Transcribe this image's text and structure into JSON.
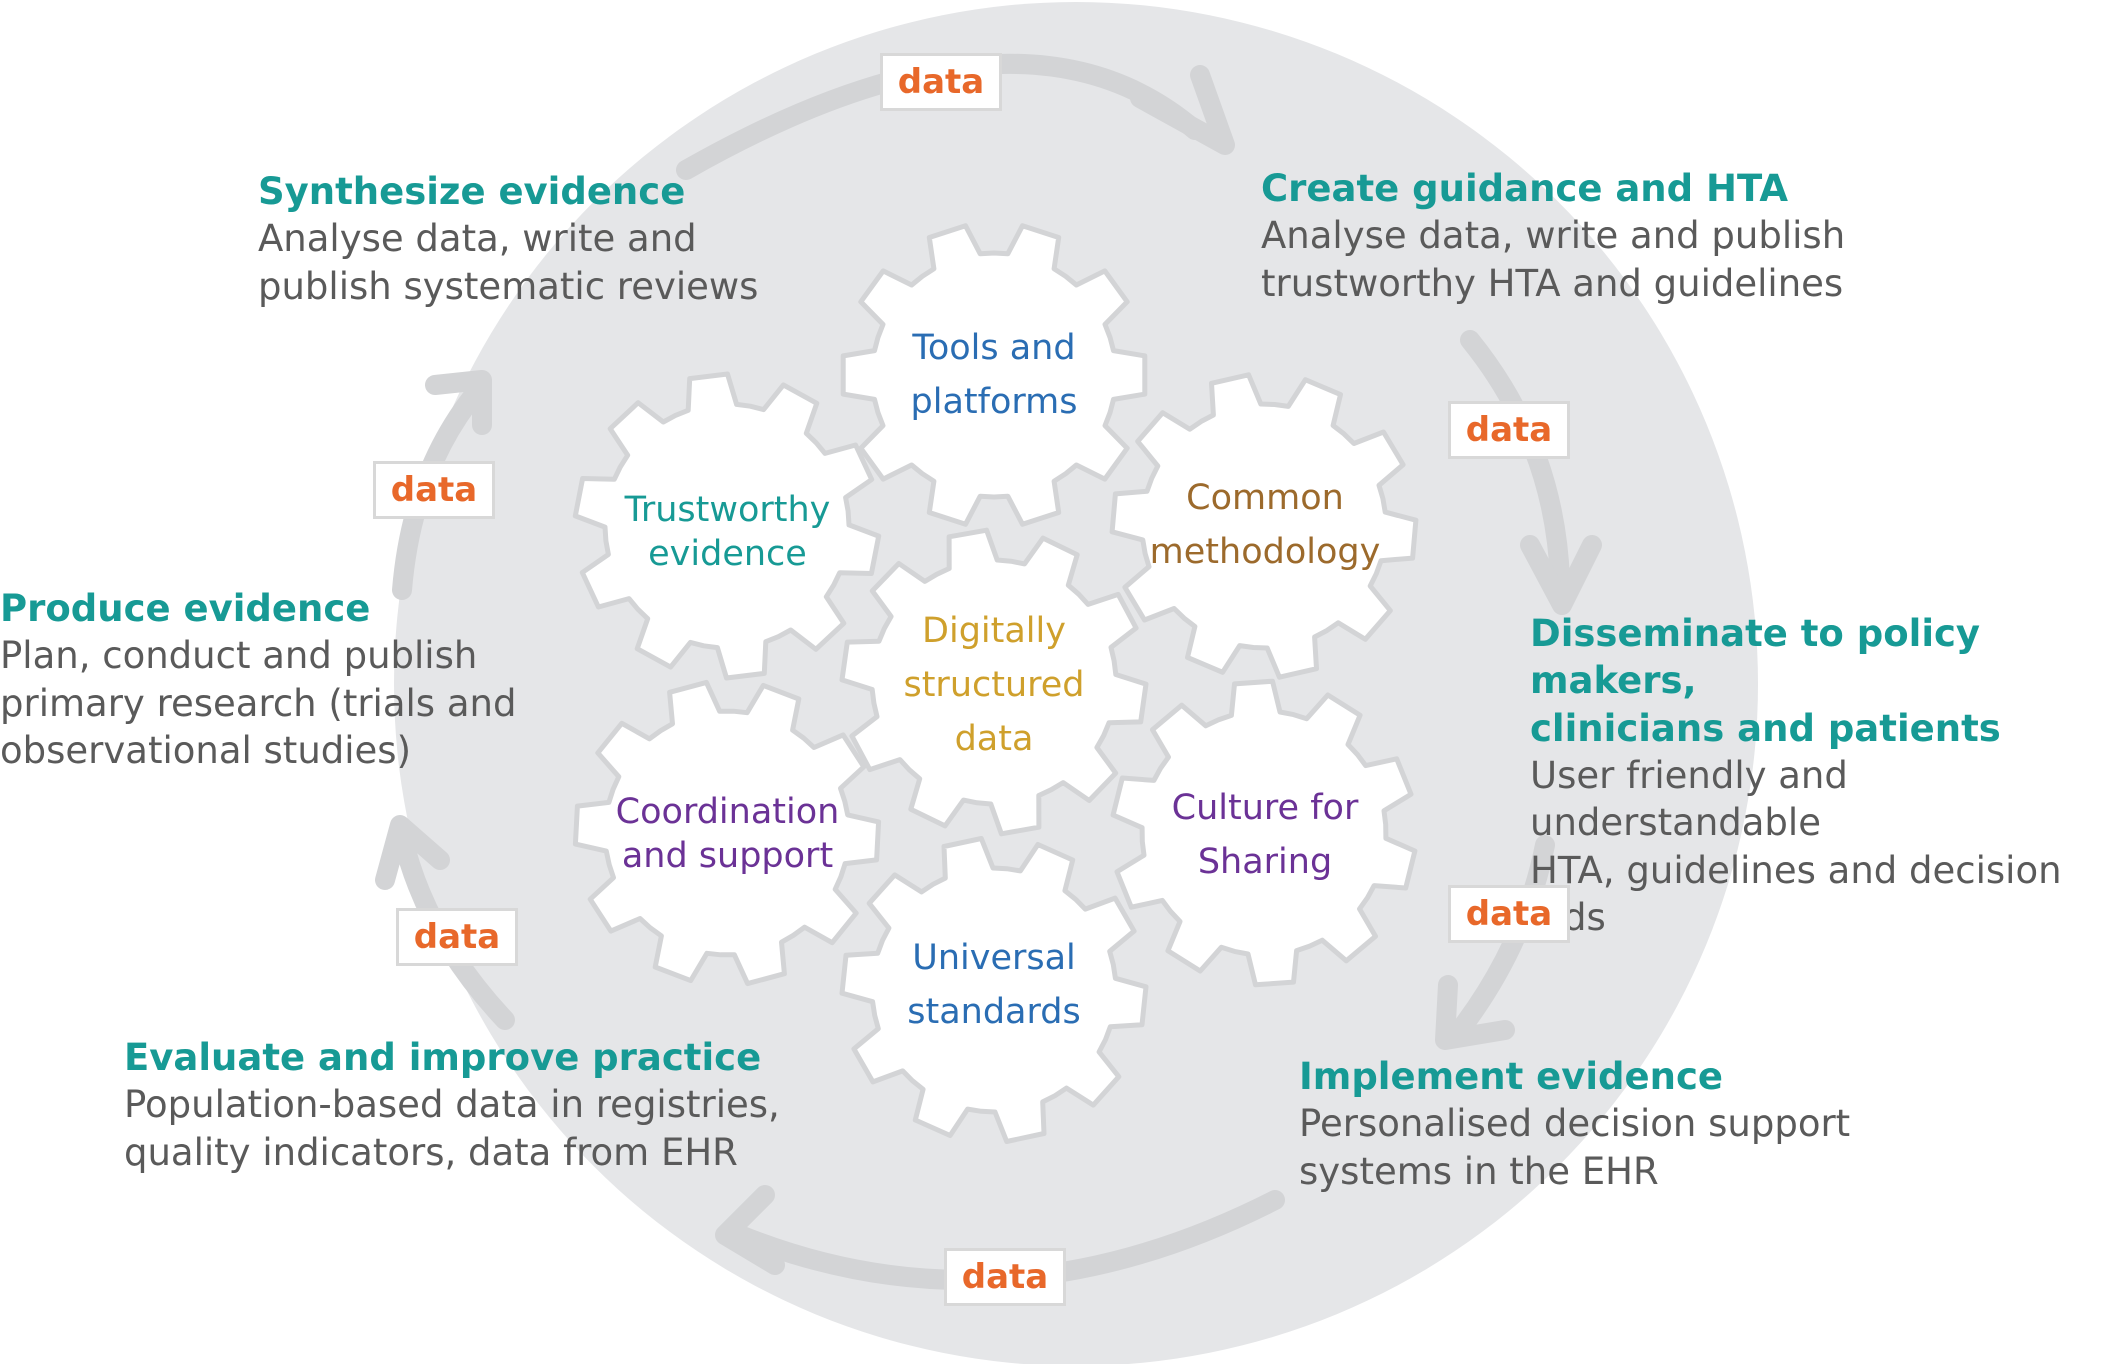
{
  "stages": {
    "synthesize": {
      "title": "Synthesize evidence",
      "desc_l1": "Analyse data, write and",
      "desc_l2": "publish systematic reviews"
    },
    "create": {
      "title": "Create guidance and HTA",
      "desc_l1": "Analyse data, write and publish",
      "desc_l2": "trustworthy HTA and guidelines"
    },
    "disseminate": {
      "title_l1": "Disseminate to policy makers,",
      "title_l2": "clinicians and patients",
      "desc_l1": "User friendly and understandable",
      "desc_l2": "HTA, guidelines and decision aids"
    },
    "implement": {
      "title": "Implement evidence",
      "desc_l1": "Personalised decision support",
      "desc_l2": "systems in the EHR"
    },
    "evaluate": {
      "title": "Evaluate and improve practice",
      "desc_l1": "Population-based data in registries,",
      "desc_l2": "quality indicators, data from EHR"
    },
    "produce": {
      "title": "Produce evidence",
      "desc_l1": "Plan, conduct and publish",
      "desc_l2": "primary research (trials and",
      "desc_l3": "observational studies)"
    }
  },
  "data_tag": "data",
  "gears": {
    "tools": {
      "l1": "Tools and",
      "l2": "platforms"
    },
    "trustworthy": {
      "l1": "Trustworthy",
      "l2": "evidence"
    },
    "methodology": {
      "l1": "Common",
      "l2": "methodology"
    },
    "structured": {
      "l1": "Digitally",
      "l2": "structured",
      "l3": "data"
    },
    "coordination": {
      "l1": "Coordination",
      "l2": "and support"
    },
    "culture": {
      "l1": "Culture for",
      "l2": "Sharing"
    },
    "standards": {
      "l1": "Universal",
      "l2": "standards"
    }
  },
  "colors": {
    "circle_bg": "#e5e6e8",
    "arrow": "#d3d4d6",
    "title_teal": "#179a95",
    "desc_gray": "#5a5a5a",
    "data_orange": "#e8682a",
    "gear_fill": "#ffffff",
    "gear_stroke": "#d3d4d6",
    "blue": "#2a6db3",
    "teal": "#179a95",
    "brown": "#9c6a2c",
    "gold": "#cfa02c",
    "purple": "#6b3296"
  }
}
